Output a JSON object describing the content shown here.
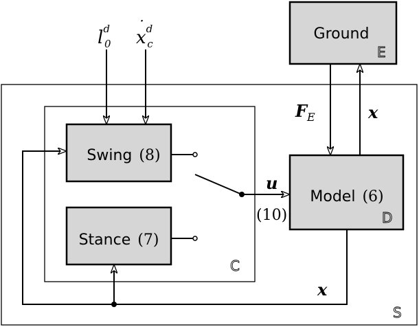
{
  "blocks": {
    "ground": {
      "name": "Ground",
      "tag": "E"
    },
    "model": {
      "name": "Model",
      "ref": "(6)",
      "tag": "D"
    },
    "swing": {
      "name": "Swing",
      "ref": "(8)"
    },
    "stance": {
      "name": "Stance",
      "ref": "(7)"
    }
  },
  "frames": {
    "controller_tag": "C",
    "system_tag": "S"
  },
  "signals": {
    "l0d": {
      "base": "l",
      "sub": "0",
      "sup": "d"
    },
    "xcdot": {
      "base": "x",
      "dot": "˙",
      "sub": "c",
      "sup": "d"
    },
    "force": {
      "base": "F",
      "sub": "E"
    },
    "state_up": "x",
    "state_feedback": "x",
    "control": "u",
    "control_ref": "(10)"
  }
}
